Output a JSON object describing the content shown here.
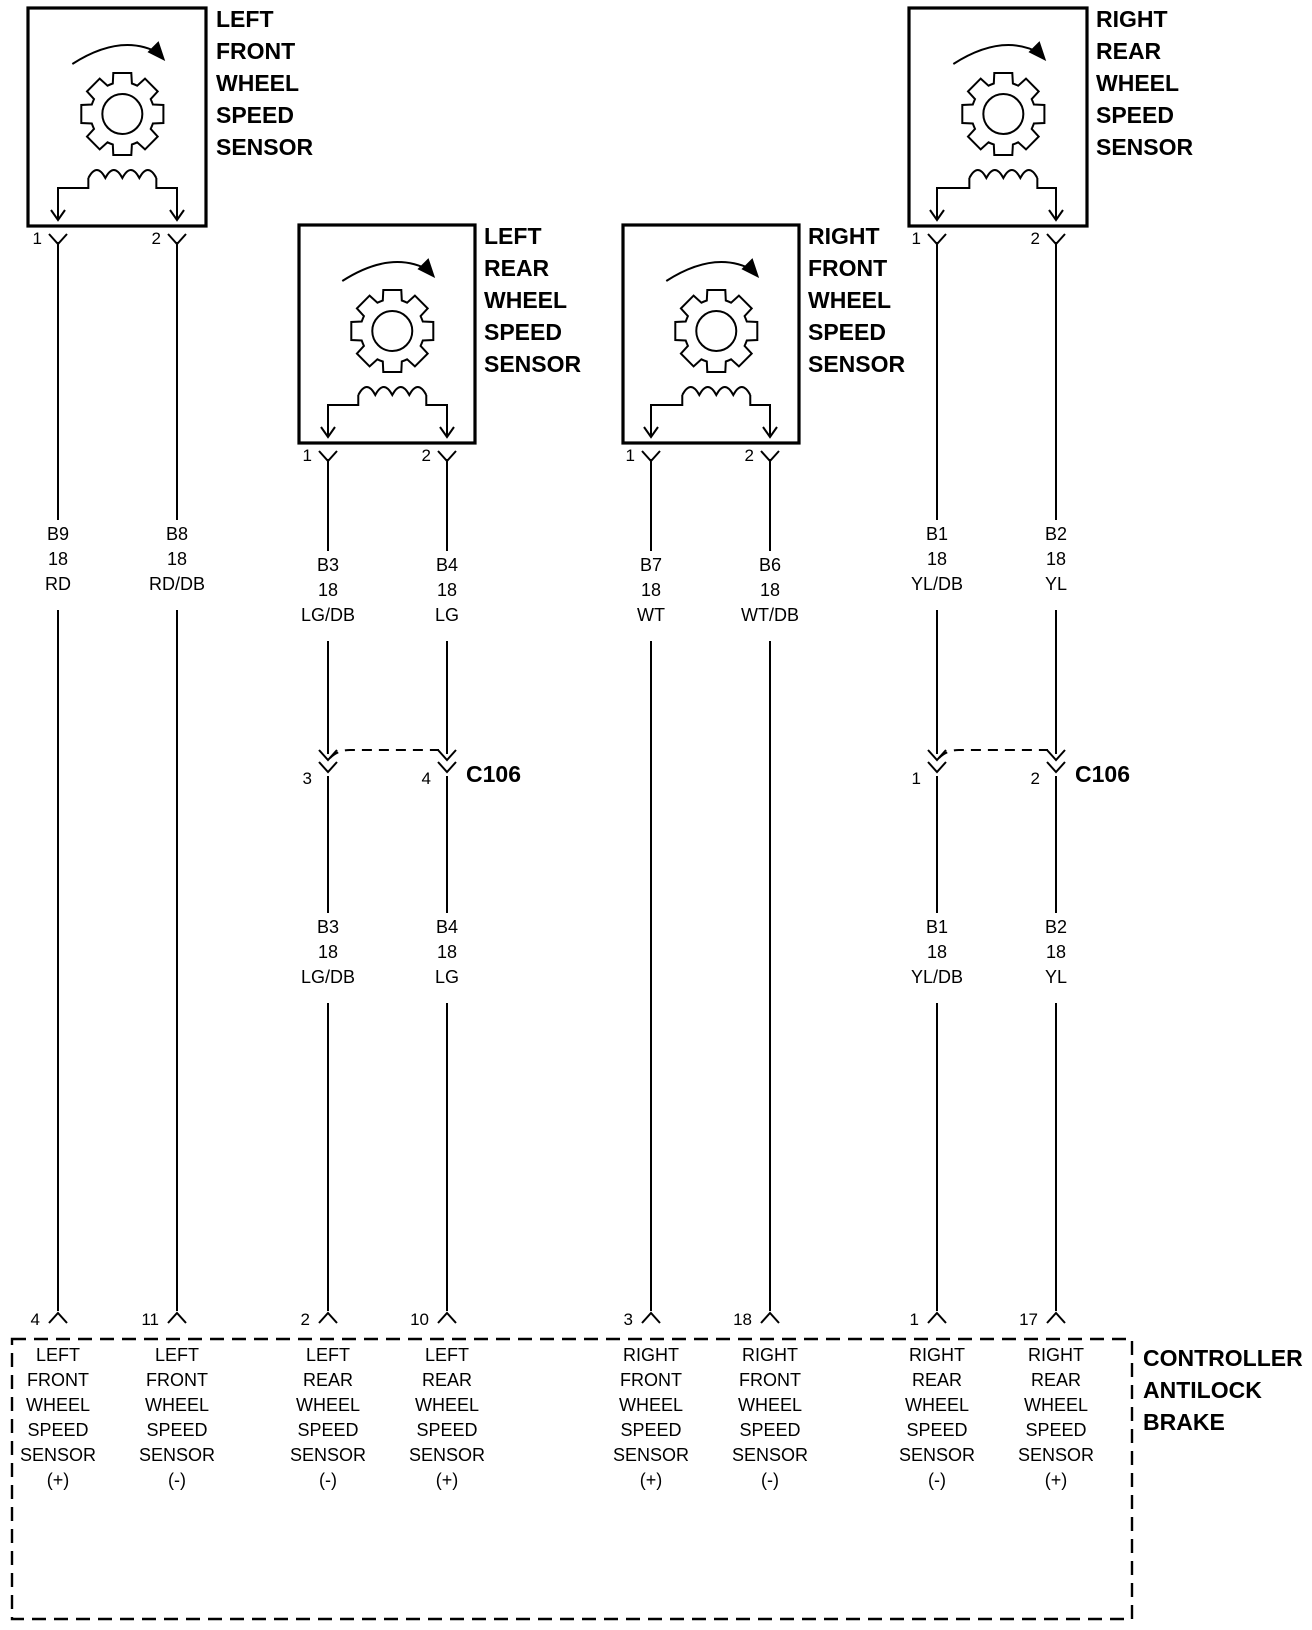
{
  "sensors": [
    {
      "id": "lf",
      "title": [
        "LEFT",
        "FRONT",
        "WHEEL",
        "SPEED",
        "SENSOR"
      ],
      "pins": [
        "1",
        "2"
      ]
    },
    {
      "id": "lr",
      "title": [
        "LEFT",
        "REAR",
        "WHEEL",
        "SPEED",
        "SENSOR"
      ],
      "pins": [
        "1",
        "2"
      ]
    },
    {
      "id": "rf",
      "title": [
        "RIGHT",
        "FRONT",
        "WHEEL",
        "SPEED",
        "SENSOR"
      ],
      "pins": [
        "1",
        "2"
      ]
    },
    {
      "id": "rr",
      "title": [
        "RIGHT",
        "REAR",
        "WHEEL",
        "SPEED",
        "SENSOR"
      ],
      "pins": [
        "1",
        "2"
      ]
    }
  ],
  "wires": [
    {
      "id": "w1",
      "upper": [
        "B9",
        "18",
        "RD"
      ],
      "lower": null,
      "c106_pin": null,
      "ctrl_pin": "4",
      "ctrl_label": [
        "LEFT",
        "FRONT",
        "WHEEL",
        "SPEED",
        "SENSOR",
        "(+)"
      ]
    },
    {
      "id": "w2",
      "upper": [
        "B8",
        "18",
        "RD/DB"
      ],
      "lower": null,
      "c106_pin": null,
      "ctrl_pin": "11",
      "ctrl_label": [
        "LEFT",
        "FRONT",
        "WHEEL",
        "SPEED",
        "SENSOR",
        "(-)"
      ]
    },
    {
      "id": "w3",
      "upper": [
        "B3",
        "18",
        "LG/DB"
      ],
      "lower": [
        "B3",
        "18",
        "LG/DB"
      ],
      "c106_pin": "3",
      "ctrl_pin": "2",
      "ctrl_label": [
        "LEFT",
        "REAR",
        "WHEEL",
        "SPEED",
        "SENSOR",
        "(-)"
      ]
    },
    {
      "id": "w4",
      "upper": [
        "B4",
        "18",
        "LG"
      ],
      "lower": [
        "B4",
        "18",
        "LG"
      ],
      "c106_pin": "4",
      "ctrl_pin": "10",
      "ctrl_label": [
        "LEFT",
        "REAR",
        "WHEEL",
        "SPEED",
        "SENSOR",
        "(+)"
      ]
    },
    {
      "id": "w5",
      "upper": [
        "B7",
        "18",
        "WT"
      ],
      "lower": null,
      "c106_pin": null,
      "ctrl_pin": "3",
      "ctrl_label": [
        "RIGHT",
        "FRONT",
        "WHEEL",
        "SPEED",
        "SENSOR",
        "(+)"
      ]
    },
    {
      "id": "w6",
      "upper": [
        "B6",
        "18",
        "WT/DB"
      ],
      "lower": null,
      "c106_pin": null,
      "ctrl_pin": "18",
      "ctrl_label": [
        "RIGHT",
        "FRONT",
        "WHEEL",
        "SPEED",
        "SENSOR",
        "(-)"
      ]
    },
    {
      "id": "w7",
      "upper": [
        "B1",
        "18",
        "YL/DB"
      ],
      "lower": [
        "B1",
        "18",
        "YL/DB"
      ],
      "c106_pin": "1",
      "ctrl_pin": "1",
      "ctrl_label": [
        "RIGHT",
        "REAR",
        "WHEEL",
        "SPEED",
        "SENSOR",
        "(-)"
      ]
    },
    {
      "id": "w8",
      "upper": [
        "B2",
        "18",
        "YL"
      ],
      "lower": [
        "B2",
        "18",
        "YL"
      ],
      "c106_pin": "2",
      "ctrl_pin": "17",
      "ctrl_label": [
        "RIGHT",
        "REAR",
        "WHEEL",
        "SPEED",
        "SENSOR",
        "(+)"
      ]
    }
  ],
  "connectors": [
    {
      "id": "c106_left",
      "name": "C106"
    },
    {
      "id": "c106_right",
      "name": "C106"
    }
  ],
  "controller": {
    "title": [
      "CONTROLLER",
      "ANTILOCK",
      "BRAKE"
    ]
  }
}
